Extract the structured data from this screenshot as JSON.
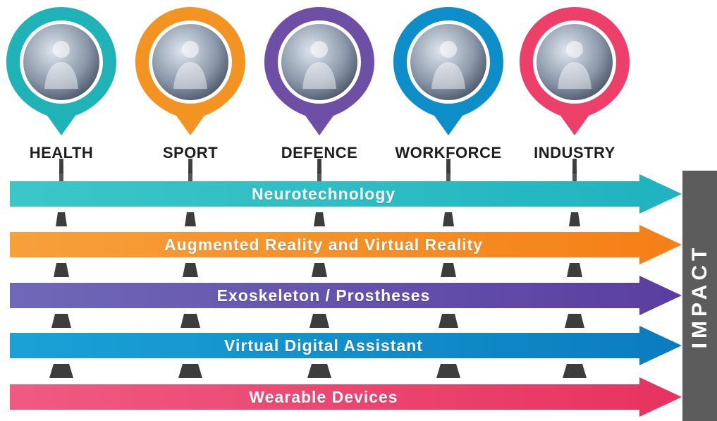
{
  "sectors": [
    {
      "label": "HEALTH",
      "color": "#1fb3b8",
      "icon": "physiotherapy-photo"
    },
    {
      "label": "SPORT",
      "color": "#f39321",
      "icon": "basketball-player-photo"
    },
    {
      "label": "DEFENCE",
      "color": "#6d4fa6",
      "icon": "fighter-pilot-photo"
    },
    {
      "label": "WORKFORCE",
      "color": "#0d8ec9",
      "icon": "team-meeting-photo"
    },
    {
      "label": "INDUSTRY",
      "color": "#ec3f6a",
      "icon": "engineers-hardhat-photo"
    }
  ],
  "technologies": [
    {
      "label": "Neurotechnology",
      "color_start": "#3cc7c7",
      "color_end": "#1fb3c0"
    },
    {
      "label": "Augmented Reality and Virtual Reality",
      "color_start": "#f7a03b",
      "color_end": "#f57f16"
    },
    {
      "label": "Exoskeleton / Prostheses",
      "color_start": "#6f68b8",
      "color_end": "#5a3ea0"
    },
    {
      "label": "Virtual Digital Assistant",
      "color_start": "#1aa2d6",
      "color_end": "#0a7cc0"
    },
    {
      "label": "Wearable Devices",
      "color_start": "#f05a82",
      "color_end": "#e8325f"
    }
  ],
  "impact": {
    "label": "IMPACT",
    "color": "#5c5c5c"
  }
}
